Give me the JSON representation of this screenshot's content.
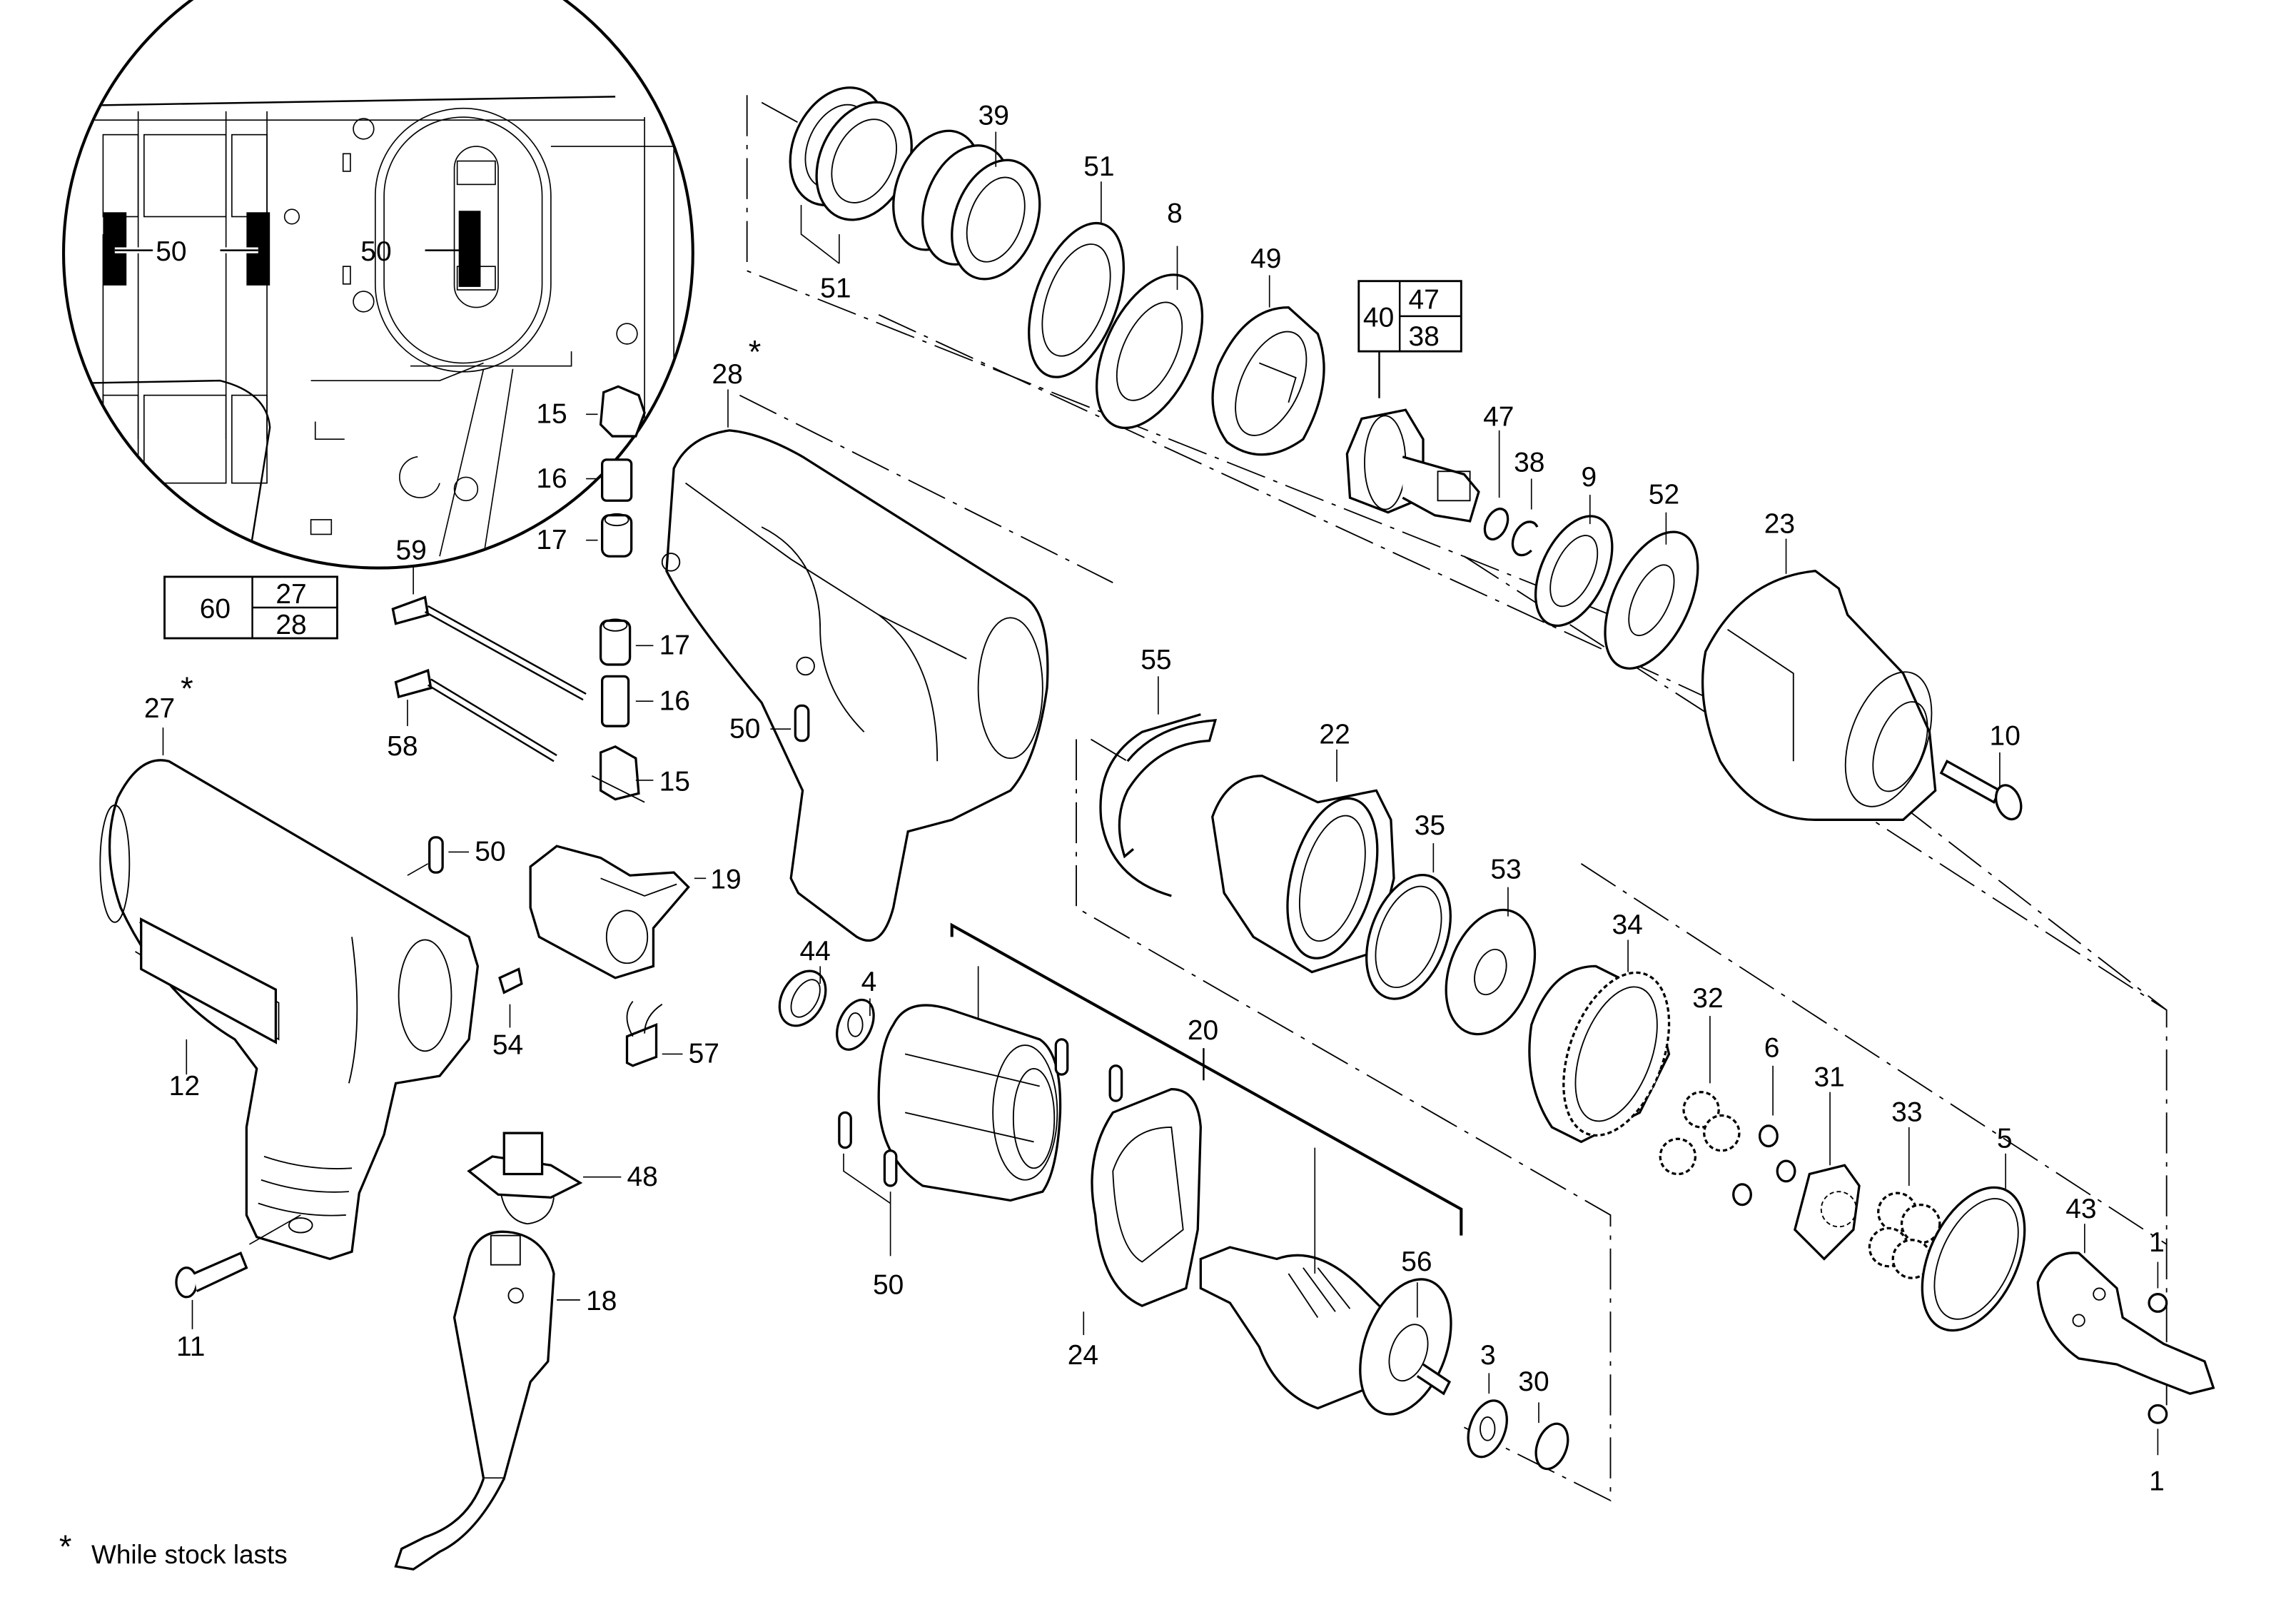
{
  "diagram": {
    "type": "exploded-parts-diagram",
    "subject": "electric impact wrench",
    "footnote": {
      "symbol": "*",
      "text": "While stock lasts"
    },
    "detail_inset": {
      "labels": [
        "50",
        "50"
      ]
    },
    "callout_boxes": [
      {
        "id": "set-60",
        "main": "60",
        "contains": [
          "27",
          "28"
        ]
      },
      {
        "id": "set-40",
        "main": "40",
        "contains": [
          "47",
          "38"
        ]
      }
    ],
    "labels": {
      "p1a": "1",
      "p1b": "1",
      "p3": "3",
      "p4": "4",
      "p5": "5",
      "p6": "6",
      "p8": "8",
      "p9": "9",
      "p10": "10",
      "p11": "11",
      "p12": "12",
      "p15a": "15",
      "p15b": "15",
      "p16a": "16",
      "p16b": "16",
      "p17a": "17",
      "p17b": "17",
      "p18": "18",
      "p19": "19",
      "p20": "20",
      "p22": "22",
      "p23": "23",
      "p24": "24",
      "p27": "27",
      "p28": "28",
      "p30": "30",
      "p31": "31",
      "p32": "32",
      "p33": "33",
      "p34": "34",
      "p35": "35",
      "p38": "38",
      "p39": "39",
      "p43": "43",
      "p44": "44",
      "p47": "47",
      "p48": "48",
      "p49": "49",
      "p50a": "50",
      "p50b": "50",
      "p50c": "50",
      "p51a": "51",
      "p51b": "51",
      "p52": "52",
      "p53": "53",
      "p54": "54",
      "p55": "55",
      "p56": "56",
      "p57": "57",
      "p58": "58",
      "p59": "59"
    },
    "stock_marker": "*"
  }
}
